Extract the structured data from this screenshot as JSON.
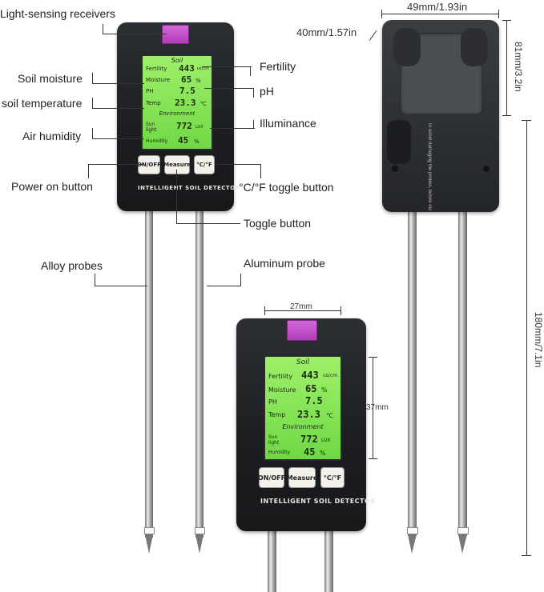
{
  "callouts": {
    "light_receivers": "Light-sensing receivers",
    "soil_moisture": "Soil moisture",
    "soil_temperature": "soil temperature",
    "air_humidity": "Air humidity",
    "power_button": "Power on button",
    "fertility": "Fertility",
    "ph": "pH",
    "illuminance": "Illuminance",
    "toggle_cf": "°C/°F toggle button",
    "toggle_button": "Toggle button",
    "alloy_probes": "Alloy probes",
    "aluminum_probe": "Aluminum probe"
  },
  "dimensions": {
    "width_back": "49mm/1.93in",
    "depth": "40mm/1.57in",
    "height_body": "81mm/3.2in",
    "total_length": "180mm/7.1in",
    "screen_width": "27mm",
    "screen_height": "37mm"
  },
  "screen": {
    "soil_heading": "Soil",
    "fertility_label": "Fertility",
    "fertility_value": "443",
    "fertility_unit": "us/cm",
    "moisture_label": "Moisture",
    "moisture_value": "65",
    "moisture_unit": "%",
    "ph_label": "PH",
    "ph_value": "7.5",
    "temp_label": "Temp",
    "temp_value": "23.3",
    "temp_unit": "℃",
    "env_heading": "Environment",
    "sunlight_label_1": "Sun",
    "sunlight_label_2": "light",
    "sunlight_value": "772",
    "sunlight_unit": "LUX",
    "humidity_label": "Humidity",
    "humidity_value": "45",
    "humidity_unit": "%"
  },
  "buttons": {
    "power": "ON/OFF",
    "measure": "Measure",
    "unit": "°C/°F"
  },
  "brand": "INTELLIGENT SOIL DETECTOR",
  "back_label": "To avoid damaging the probes, before inserting the probe..."
}
